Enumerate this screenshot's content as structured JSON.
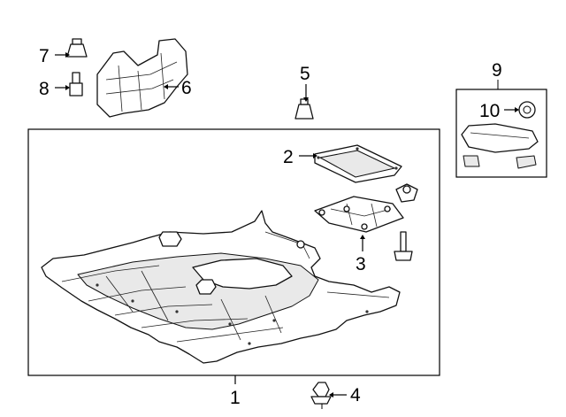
{
  "callouts": [
    {
      "id": "c1",
      "number": "1"
    },
    {
      "id": "c2",
      "number": "2"
    },
    {
      "id": "c3",
      "number": "3"
    },
    {
      "id": "c4",
      "number": "4"
    },
    {
      "id": "c5",
      "number": "5"
    },
    {
      "id": "c6",
      "number": "6"
    },
    {
      "id": "c7",
      "number": "7"
    },
    {
      "id": "c8",
      "number": "8"
    },
    {
      "id": "c9",
      "number": "9"
    },
    {
      "id": "c10",
      "number": "10"
    }
  ]
}
